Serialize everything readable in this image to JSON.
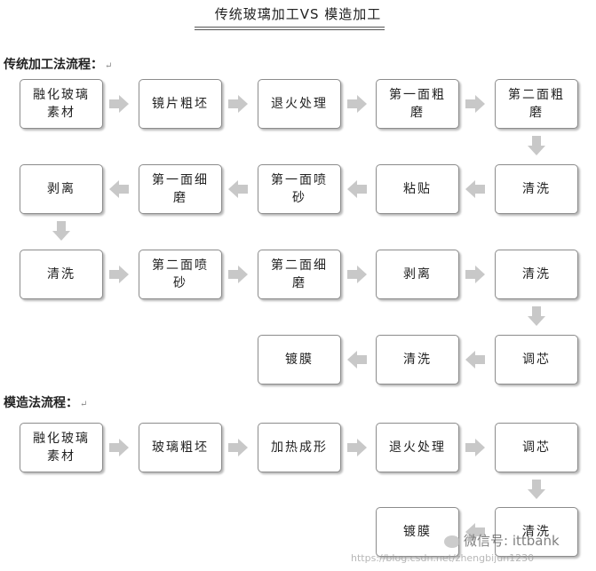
{
  "title": "传统玻璃加工VS 模造加工",
  "sections": {
    "traditional": {
      "label": "传统加工法流程：",
      "mark": "↵"
    },
    "molding": {
      "label": "模造法流程：",
      "mark": "↵"
    }
  },
  "traditional_steps": [
    "融化玻璃素材",
    "镜片粗坯",
    "退火处理",
    "第一面粗磨",
    "第二面粗磨",
    "清洗",
    "粘贴",
    "第一面喷砂",
    "第一面细磨",
    "剥离",
    "清洗",
    "第二面喷砂",
    "第二面细磨",
    "剥离",
    "清洗",
    "调芯",
    "清洗",
    "镀膜"
  ],
  "molding_steps": [
    "融化玻璃素材",
    "玻璃粗坯",
    "加热成形",
    "退火处理",
    "调芯",
    "清洗",
    "镀膜"
  ],
  "watermark": {
    "text": "微信号: ittbank",
    "url": "https://blog.csdn.net/zhengbijun1230"
  },
  "colors": {
    "arrow": "#c8c8c8",
    "box_border": "#8c8c8c"
  }
}
